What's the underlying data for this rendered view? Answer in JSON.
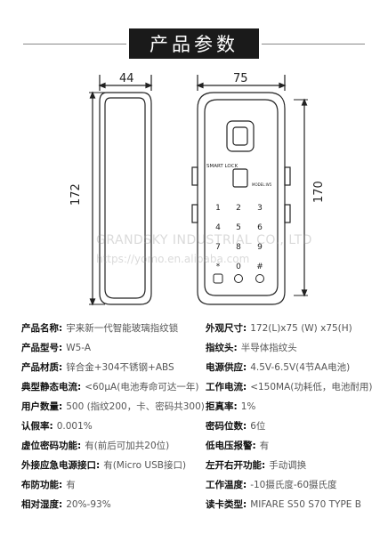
{
  "title": "产品参数",
  "dimensions": {
    "side_width": "44",
    "side_height": "172",
    "front_width": "75",
    "front_height": "170"
  },
  "device": {
    "brand_label": "SMART LOCK",
    "model_label": "MODEL:W5"
  },
  "watermark": {
    "company": "GRANDSKY INDUSTRIAL CO., LTD",
    "url": "https://yomo.en.alibaba.com"
  },
  "specs_left": [
    {
      "key": "产品名称:",
      "value": "宇来新一代智能玻璃指纹锁"
    },
    {
      "key": "产品型号:",
      "value": "W5-A"
    },
    {
      "key": "产品材质:",
      "value": "锌合金+304不锈钢+ABS"
    },
    {
      "key": "典型静态电流:",
      "value": "<60µA(电池寿命可达一年)"
    },
    {
      "key": "用户数量:",
      "value": "500 (指纹200，卡、密码共300)"
    },
    {
      "key": "认假率:",
      "value": "0.001%"
    },
    {
      "key": "虚位密码功能:",
      "value": "有(前后可加共20位)"
    },
    {
      "key": "外接应急电源接口:",
      "value": "有(Micro USB接口)"
    },
    {
      "key": "布防功能:",
      "value": "有"
    },
    {
      "key": "相对湿度:",
      "value": "20%-93%"
    }
  ],
  "specs_right": [
    {
      "key": "外观尺寸:",
      "value": "172(L)x75 (W) x75(H)"
    },
    {
      "key": "指纹头:",
      "value": "半导体指纹头"
    },
    {
      "key": "电源供应:",
      "value": "4.5V-6.5V(4节AA电池)"
    },
    {
      "key": "工作电流:",
      "value": "<150MA(功耗低，电池耐用)"
    },
    {
      "key": "拒真率:",
      "value": "1%"
    },
    {
      "key": "密码位数:",
      "value": "6位"
    },
    {
      "key": "低电压报警:",
      "value": "有"
    },
    {
      "key": "左开右开功能:",
      "value": "手动调换"
    },
    {
      "key": "工作温度:",
      "value": "-10摄氏度-60摄氏度"
    },
    {
      "key": "读卡类型:",
      "value": "MIFARE S50 S70  TYPE B"
    }
  ],
  "keypad": [
    "1",
    "2",
    "3",
    "4",
    "5",
    "6",
    "7",
    "8",
    "9",
    "*",
    "0",
    "#"
  ]
}
